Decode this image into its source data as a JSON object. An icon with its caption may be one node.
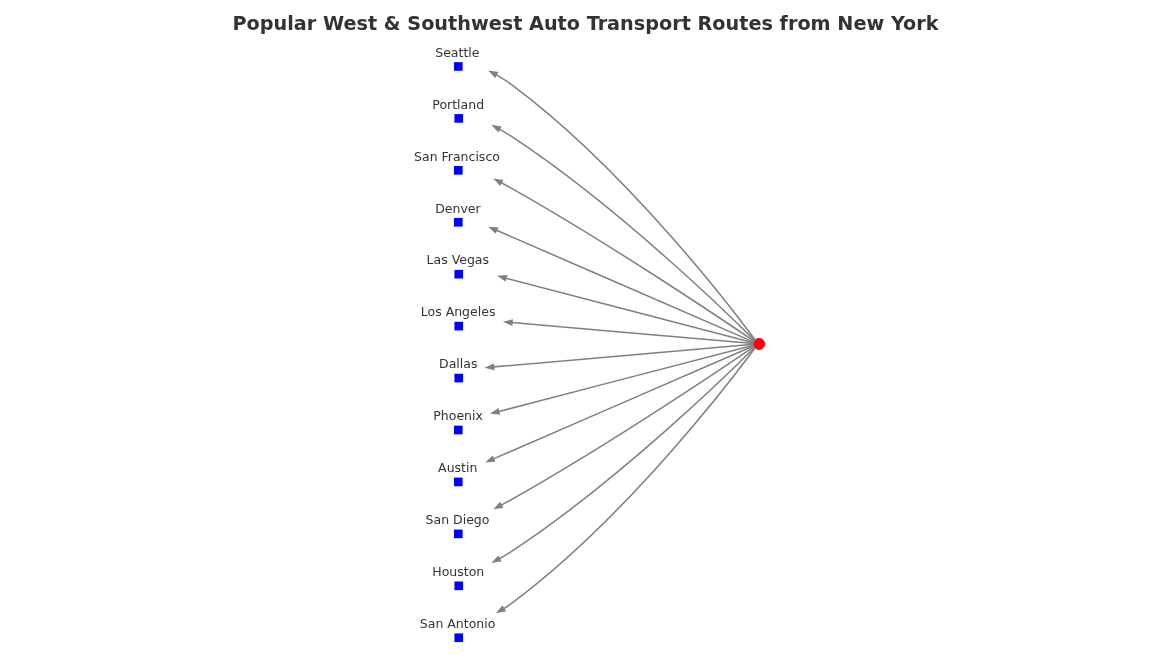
{
  "diagram": {
    "title": "Popular West & Southwest Auto Transport Routes from New York",
    "nodes": [
      {
        "text": [
          "Seattle"
        ]
      },
      {
        "text": [
          "Portland"
        ]
      },
      {
        "text": [
          "San Francisco"
        ]
      },
      {
        "text": [
          "Denver"
        ]
      },
      {
        "text": [],
        "shape": "cross"
      },
      {
        "text": [
          "Las Vegas"
        ]
      },
      {
        "text": [
          "Los Angeles"
        ]
      },
      {
        "text": [
          "Dallas"
        ]
      },
      {
        "text": [
          "Phoenix"
        ]
      },
      {
        "text": [
          "Austin"
        ]
      },
      {
        "text": [
          "San Diego"
        ]
      },
      {
        "text": [
          "Houston"
        ]
      },
      {
        "text": [
          "San Antonio"
        ]
      }
    ],
    "edges": [
      {
        "from": 4,
        "to": 0,
        "arrow": "to"
      },
      {
        "from": 4,
        "to": 1,
        "arrow": "to"
      },
      {
        "from": 4,
        "to": 3,
        "arrow": "to"
      },
      {
        "from": 4,
        "to": 2,
        "arrow": "to"
      },
      {
        "from": 4,
        "to": 5,
        "arrow": "to"
      },
      {
        "from": 4,
        "to": 6,
        "arrow": "to"
      },
      {
        "from": 4,
        "to": 7,
        "arrow": "to"
      },
      {
        "from": 4,
        "to": 8,
        "arrow": "to"
      },
      {
        "from": 4,
        "to": 10,
        "arrow": "to"
      },
      {
        "from": 4,
        "to": 9,
        "arrow": "to"
      },
      {
        "from": 4,
        "to": 11,
        "arrow": "to"
      },
      {
        "from": 4,
        "to": 12,
        "arrow": "to"
      }
    ]
  }
}
